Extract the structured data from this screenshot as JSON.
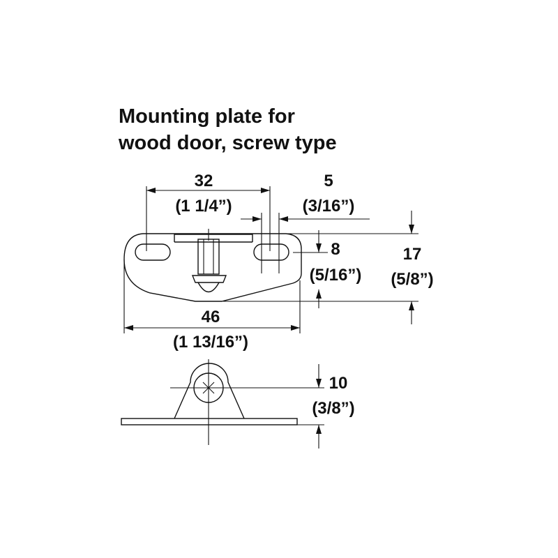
{
  "title": {
    "line1": "Mounting plate for",
    "line2": "wood door, screw type"
  },
  "dimensions": {
    "slot_spacing": {
      "mm": "32",
      "inch": "(1 1/4”)"
    },
    "slot_width": {
      "mm": "5",
      "inch": "(3/16”)"
    },
    "pin_offset": {
      "mm": "8",
      "inch": "(5/16”)"
    },
    "plate_depth": {
      "mm": "17",
      "inch": "(5/8”)"
    },
    "plate_length": {
      "mm": "46",
      "inch": "(1 13/16”)"
    },
    "pin_height": {
      "mm": "10",
      "inch": "(3/8”)"
    }
  }
}
